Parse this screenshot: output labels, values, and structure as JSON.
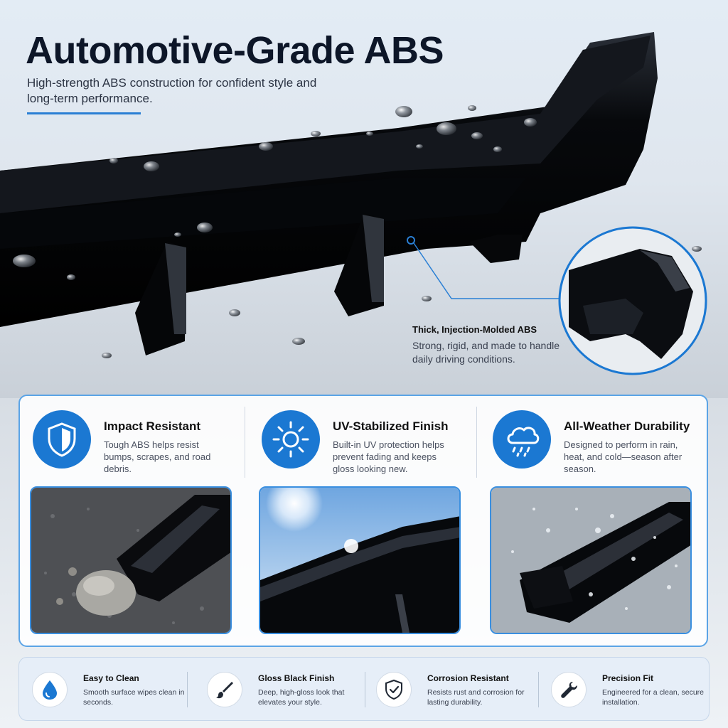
{
  "hero": {
    "title": "Automotive-Grade ABS",
    "subtitle": "High-strength ABS construction for confident style and long-term performance.",
    "callout_title": "Thick, Injection-Molded ABS",
    "callout_text": "Strong, rigid, and made to handle daily driving conditions."
  },
  "features": [
    {
      "icon": "shield-icon",
      "title": "Impact Resistant",
      "text": "Tough ABS helps resist bumps, scrapes, and road debris."
    },
    {
      "icon": "sun-icon",
      "title": "UV-Stabilized Finish",
      "text": "Built-in UV protection helps prevent fading and keeps gloss looking new."
    },
    {
      "icon": "rain-cloud-icon",
      "title": "All-Weather Durability",
      "text": "Designed to perform in rain, heat, and cold—season after season."
    }
  ],
  "bottom": [
    {
      "icon": "water-drop-icon",
      "title": "Easy to Clean",
      "text": "Smooth surface wipes clean in seconds."
    },
    {
      "icon": "paintbrush-icon",
      "title": "Gloss Black Finish",
      "text": "Deep, high-gloss look that elevates your style."
    },
    {
      "icon": "shield-check-icon",
      "title": "Corrosion Resistant",
      "text": "Resists rust and corrosion for lasting durability."
    },
    {
      "icon": "wrench-icon",
      "title": "Precision Fit",
      "text": "Engineered for a clean, secure installation."
    }
  ],
  "colors": {
    "accent": "#1b78d2",
    "border": "#5ba4e6",
    "title": "#0d1628",
    "product": "#0a0c10"
  }
}
